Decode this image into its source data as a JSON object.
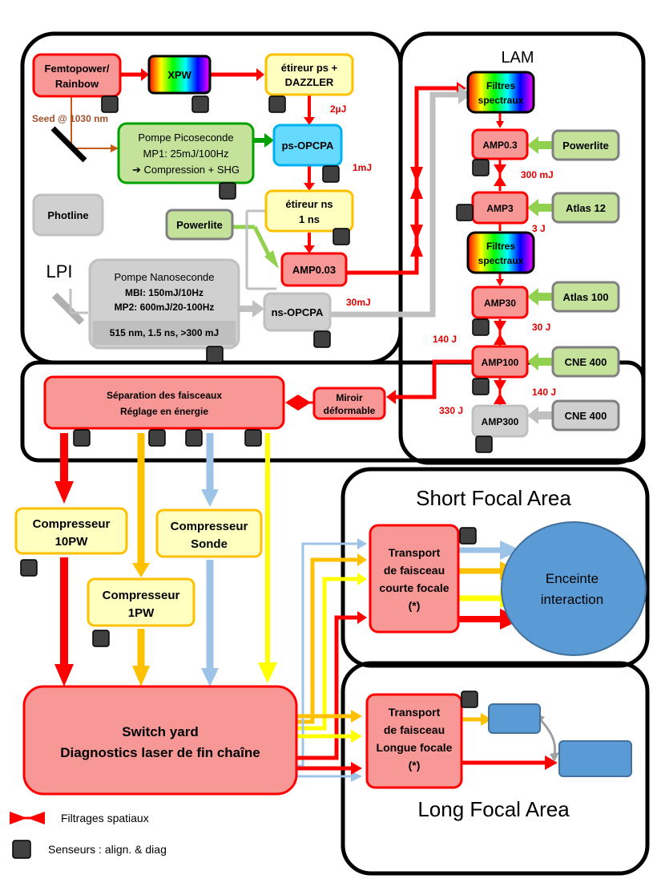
{
  "areas": {
    "lam": "LAM",
    "lpi": "LPI",
    "short_focal": "Short Focal Area",
    "long_focal": "Long Focal Area"
  },
  "boxes": {
    "femtopower": [
      "Femtopower/",
      "Rainbow"
    ],
    "xpw": "XPW",
    "etireur_ps": [
      "étireur ps +",
      "DAZZLER"
    ],
    "seed": "Seed @ 1030 nm",
    "pompe_pico": [
      "Pompe Picoseconde",
      "MP1: 25mJ/100Hz",
      "➔ Compression + SHG"
    ],
    "ps_opcpa": "ps-OPCPA",
    "photline": "Photline",
    "etireur_ns": [
      "étireur ns",
      "1 ns"
    ],
    "powerlite_lpi": "Powerlite",
    "amp003": "AMP0.03",
    "pompe_nano": [
      "Pompe Nanoseconde",
      "MBI: 150mJ/10Hz",
      "MP2: 600mJ/20-100Hz",
      "515 nm, 1.5 ns, >300 mJ"
    ],
    "ns_opcpa": "ns-OPCPA",
    "filtres1": [
      "Filtres",
      "spectraux"
    ],
    "amp03": "AMP0.3",
    "powerlite_lam": "Powerlite",
    "amp3": "AMP3",
    "atlas12": "Atlas 12",
    "filtres2": [
      "Filtres",
      "spectraux"
    ],
    "amp30": "AMP30",
    "atlas100": "Atlas 100",
    "amp100": "AMP100",
    "cne400_a": "CNE 400",
    "amp300": "AMP300",
    "cne400_b": "CNE 400",
    "separation": [
      "Séparation des faisceaux",
      "Réglage en énergie"
    ],
    "miroir": [
      "Miroir",
      "déformable"
    ],
    "comp10pw": [
      "Compresseur",
      "10PW"
    ],
    "comp1pw": [
      "Compresseur",
      "1PW"
    ],
    "comp_sonde": [
      "Compresseur",
      "Sonde"
    ],
    "switch_yard": [
      "Switch yard",
      "Diagnostics laser de fin chaîne"
    ],
    "transport_courte": [
      "Transport",
      "de faisceau",
      "courte focale",
      "(*)"
    ],
    "enceinte": [
      "Enceinte",
      "interaction"
    ],
    "transport_longue": [
      "Transport",
      "de faisceau",
      "Longue focale",
      "(*)"
    ]
  },
  "energies": {
    "e2uj": "2µJ",
    "e1mj": "1mJ",
    "e300mj": "300 mJ",
    "e3j": "3 J",
    "e30mj": "30mJ",
    "e30j": "30 J",
    "e140j_a": "140 J",
    "e140j_b": "140 J",
    "e330j": "330 J"
  },
  "legend": {
    "spatial_filter": "Filtrages spatiaux",
    "sensors": "Senseurs : align. & diag"
  },
  "colors": {
    "red_fill": "#f79796",
    "red_stroke": "#ff0000",
    "yellow_fill": "#ffffc0",
    "yellow_stroke": "#ffc000",
    "green_fill": "#c4e29a",
    "green_stroke": "#808080",
    "pico_stroke": "#00a000",
    "gray_fill": "#d0d0d0",
    "cyan_fill": "#66d9ff",
    "cyan_stroke": "#00b0f0",
    "blue_fill": "#5b9bd5",
    "beam_red": "#ff0000",
    "beam_orange": "#ffc000",
    "beam_yellow": "#ffff00",
    "beam_blue": "#9dc3e6",
    "beam_gray": "#c0c0c0",
    "energy_text": "#e00000",
    "sensor": "#404040"
  }
}
